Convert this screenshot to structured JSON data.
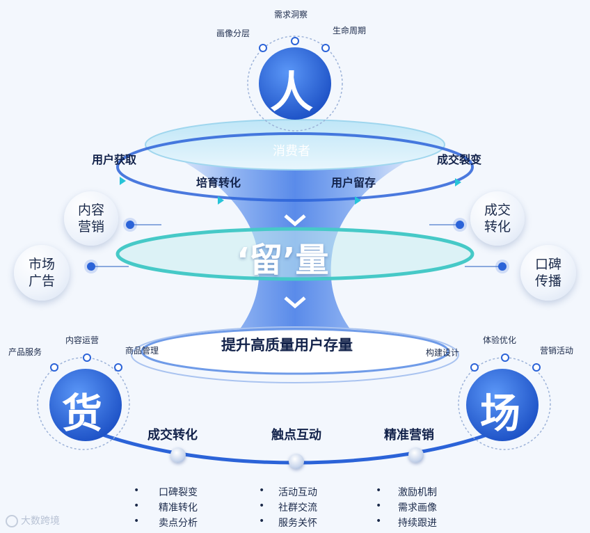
{
  "top": {
    "core": "人",
    "tags": [
      "画像分层",
      "需求洞察",
      "生命周期"
    ],
    "ellipse_label": "消费者"
  },
  "orbit": {
    "labels": [
      "用户获取",
      "培育转化",
      "用户留存",
      "成交裂变"
    ]
  },
  "side_bubbles": {
    "left_top": [
      "内容",
      "营销"
    ],
    "left_bottom": [
      "市场",
      "广告"
    ],
    "right_top": [
      "成交",
      "转化"
    ],
    "right_bottom": [
      "口碑",
      "传播"
    ]
  },
  "center": {
    "title": "‘留’量",
    "subtitle": "提升高质量用户存量"
  },
  "goods": {
    "core": "货",
    "tags": [
      "产品服务",
      "内容运营",
      "商品管理"
    ]
  },
  "venue": {
    "core": "场",
    "tags": [
      "构建设计",
      "体验优化",
      "营销活动"
    ]
  },
  "bottom": {
    "nodes": [
      "成交转化",
      "触点互动",
      "精准营销"
    ],
    "lists": [
      [
        "口碑裂变",
        "精准转化",
        "卖点分析"
      ],
      [
        "活动互动",
        "社群交流",
        "服务关怀"
      ],
      [
        "激励机制",
        "需求画像",
        "持续跟进"
      ]
    ],
    "bullet": "•"
  },
  "watermark": "大数跨境",
  "colors": {
    "primary": "#2b63d8",
    "teal": "#27c4d8",
    "funnel": "#5a8ff0"
  }
}
